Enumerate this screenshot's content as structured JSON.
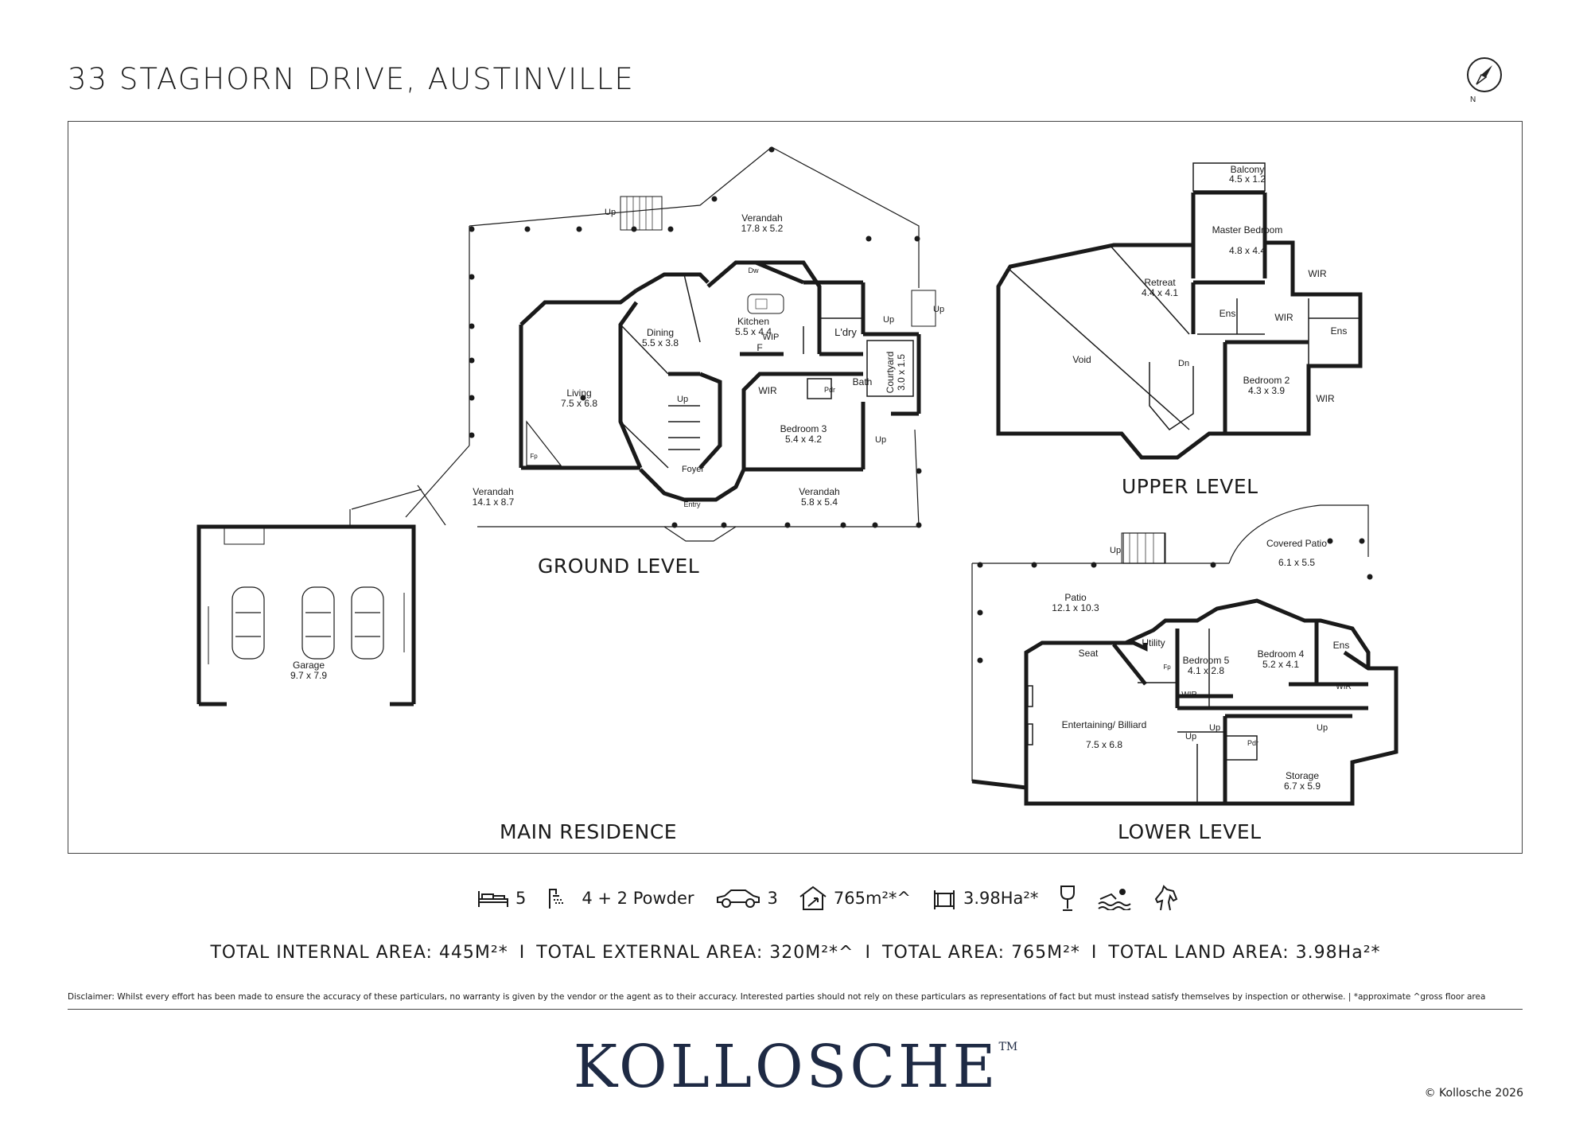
{
  "title": "33 STAGHORN DRIVE, AUSTINVILLE",
  "sections": {
    "ground": "GROUND LEVEL",
    "main": "MAIN RESIDENCE",
    "upper": "UPPER LEVEL",
    "lower": "LOWER LEVEL"
  },
  "rooms": {
    "verandah_top_name": "Verandah",
    "verandah_top_dim": "17.8 x 5.2",
    "verandah_left_name": "Verandah",
    "verandah_left_dim": "14.1 x 8.7",
    "verandah_right_name": "Verandah",
    "verandah_right_dim": "5.8 x 5.4",
    "dining_name": "Dining",
    "dining_dim": "5.5 x 3.8",
    "kitchen_name": "Kitchen",
    "kitchen_dim": "5.5 x 4.4",
    "wip": "WIP",
    "ldry": "L'dry",
    "living_name": "Living",
    "living_dim": "7.5 x 6.8",
    "wir_g": "WIR",
    "pdr": "Pdr",
    "bath": "Bath",
    "courtyard_name": "Courtyard",
    "courtyard_dim": "3.0 x 1.5",
    "bedroom3_name": "Bedroom 3",
    "bedroom3_dim": "5.4 x 4.2",
    "foyer": "Foyer",
    "entry": "Entry",
    "fp": "Fp",
    "dw": "Dw",
    "f": "F",
    "garage_name": "Garage",
    "garage_dim": "9.7 x 7.9",
    "balcony_name": "Balcony",
    "balcony_dim": "4.5 x 1.2",
    "master_name": "Master Bedroom",
    "master_dim": "4.8 x 4.4",
    "retreat_name": "Retreat",
    "retreat_dim": "4.4 x 4.1",
    "void": "Void",
    "ens": "Ens",
    "wir": "WIR",
    "dn": "Dn",
    "bedroom2_name": "Bedroom 2",
    "bedroom2_dim": "4.3 x 3.9",
    "covered_patio_name": "Covered Patio",
    "covered_patio_dim": "6.1 x 5.5",
    "patio_name": "Patio",
    "patio_dim": "12.1 x 10.3",
    "seat": "Seat",
    "utility": "Utility",
    "bedroom5_name": "Bedroom 5",
    "bedroom5_dim": "4.1 x 2.8",
    "bedroom4_name": "Bedroom 4",
    "bedroom4_dim": "5.2 x 4.1",
    "entertaining_name": "Entertaining/ Billiard",
    "entertaining_dim": "7.5 x 6.8",
    "storage_name": "Storage",
    "storage_dim": "6.7 x 5.9",
    "up": "Up"
  },
  "features": {
    "beds": "5",
    "baths": "4 + 2 Powder",
    "cars": "3",
    "floor_area": "765m²*^",
    "land_area": "3.98Ha²*"
  },
  "totals": {
    "internal": "TOTAL INTERNAL AREA: 445M²*",
    "external": "TOTAL EXTERNAL AREA: 320M²*^",
    "total": "TOTAL AREA: 765M²*",
    "land": "TOTAL LAND AREA: 3.98Ha²*",
    "separator": "I"
  },
  "disclaimer": "Disclaimer: Whilst every effort has been made to ensure the accuracy of these particulars, no warranty is given by the vendor or the agent as to their accuracy. Interested parties should not rely on these particulars as representations of fact but must instead satisfy themselves by inspection or otherwise.  |  *approximate ^gross floor area",
  "brand": "KOLLOSCHE",
  "trademark": "TM",
  "compass_letter": "N",
  "copyright": "© Kollosche 2026"
}
